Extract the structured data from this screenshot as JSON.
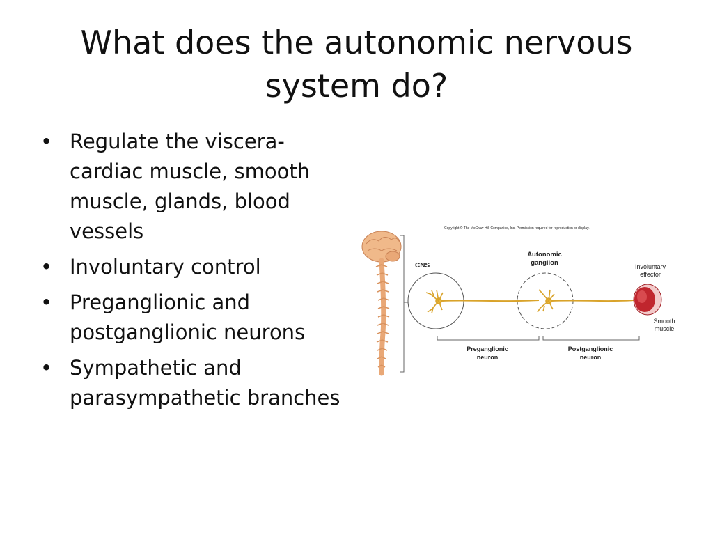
{
  "slide": {
    "title": "What does the autonomic nervous system do?",
    "bullets": [
      "Regulate the viscera- cardiac muscle, smooth muscle, glands, blood vessels",
      "Involuntary control",
      "Preganglionic and postganglionic neurons",
      "Sympathetic and parasympathetic branches"
    ],
    "bullet_glyph": "•"
  },
  "figure": {
    "copyright": "Copyright © The McGraw-Hill Companies, Inc. Permission required for reproduction or display.",
    "cns_label": "CNS",
    "ganglion_label_1": "Autonomic",
    "ganglion_label_2": "ganglion",
    "effector_label_1": "Involuntary",
    "effector_label_2": "effector",
    "muscle_label_1": "Smooth",
    "muscle_label_2": "muscle",
    "pre_label_1": "Preganglionic",
    "pre_label_2": "neuron",
    "post_label_1": "Postganglionic",
    "post_label_2": "neuron",
    "colors": {
      "brain": "#f0b98a",
      "spine": "#e9a877",
      "axon": "#d9a32a",
      "muscle": "#c0262e",
      "circle": "#555555"
    }
  }
}
